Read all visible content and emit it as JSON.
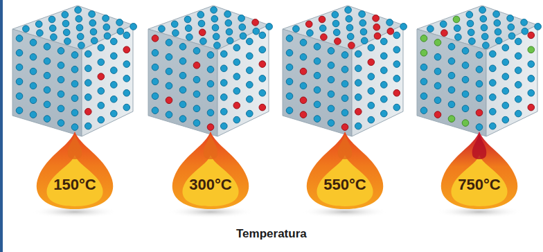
{
  "diagram": {
    "nodes": [
      {
        "text": [
          "150°C"
        ]
      },
      {
        "text": [
          "300°C"
        ]
      },
      {
        "text": [
          "550°C"
        ]
      },
      {
        "text": [
          "750°C"
        ]
      }
    ],
    "labels": [
      "Temperatura"
    ]
  }
}
